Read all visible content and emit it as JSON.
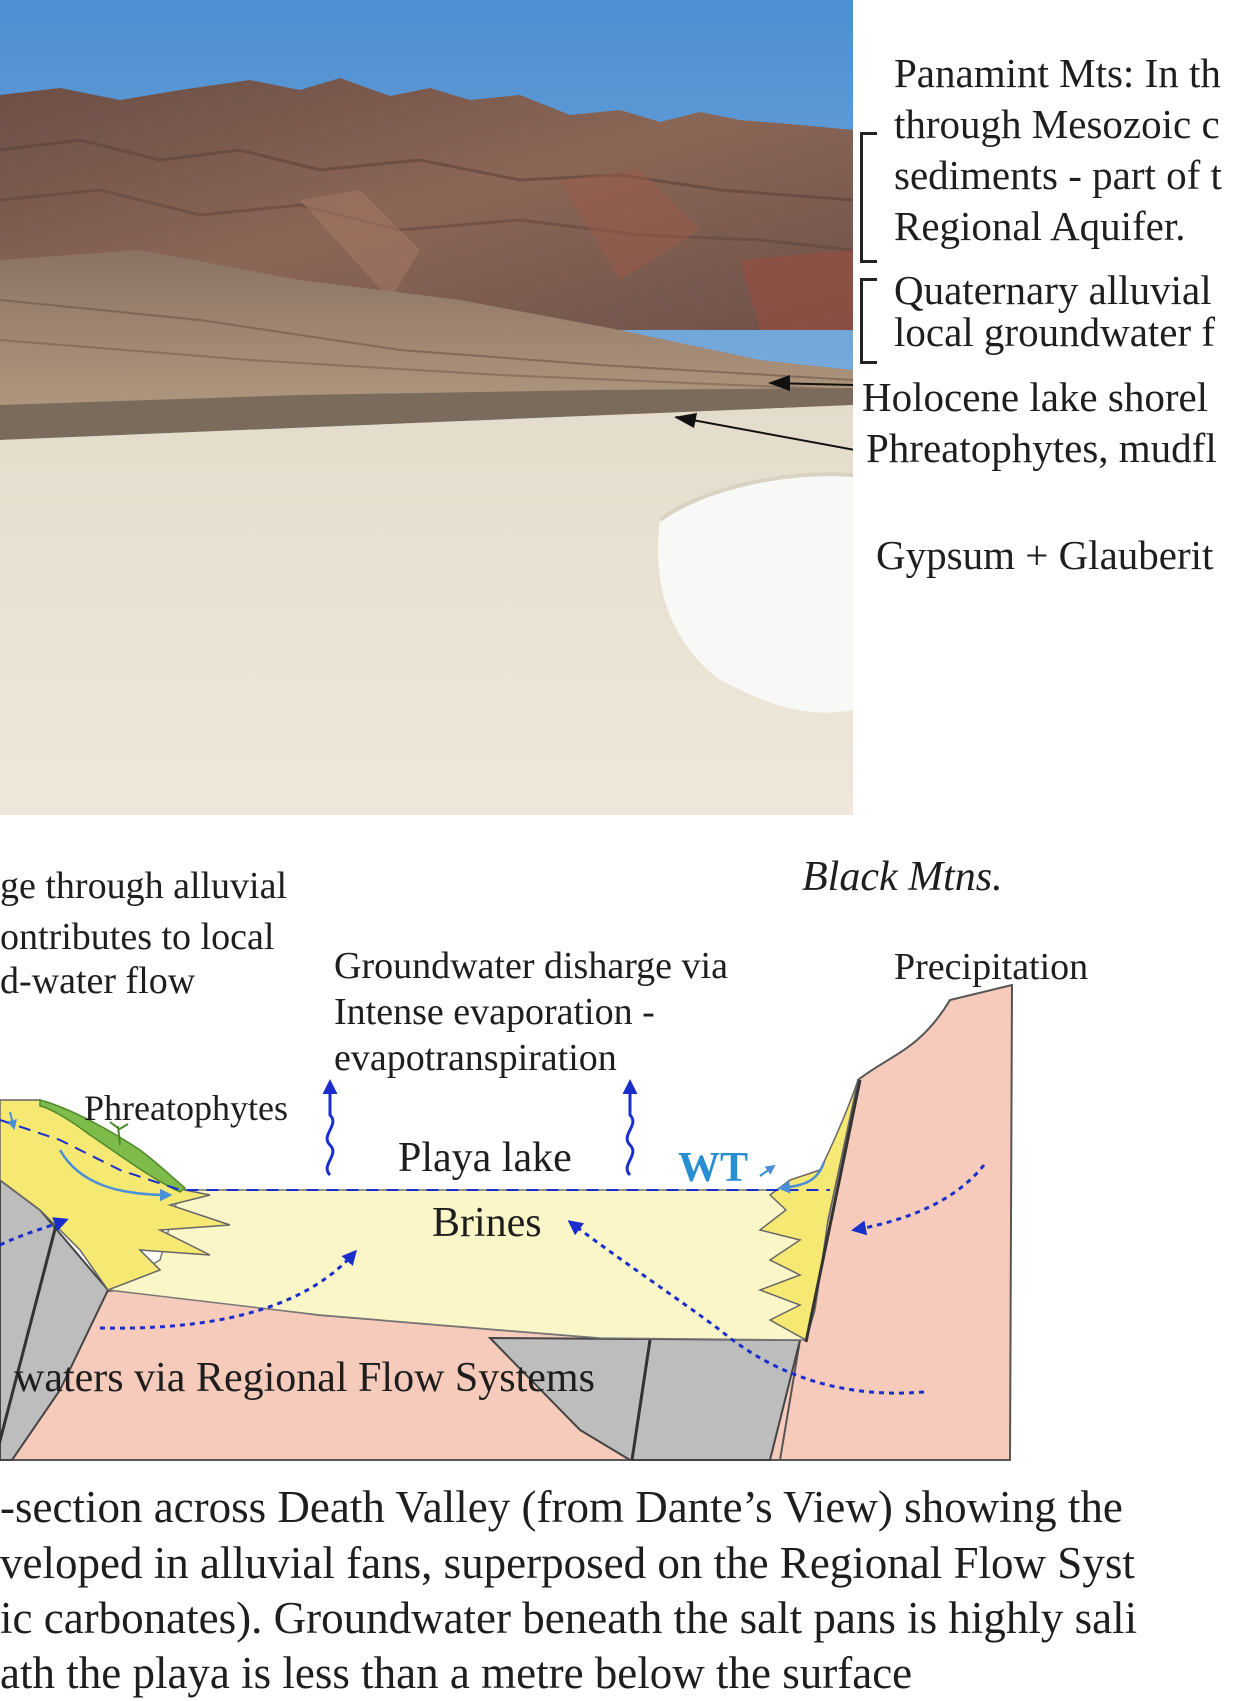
{
  "photo_labels": {
    "panamint": [
      "Panamint Mts: In th",
      "through Mesozoic c",
      "sediments - part of t",
      "Regional Aquifer."
    ],
    "quaternary": [
      "Quaternary alluvial",
      "local groundwater f"
    ],
    "holocene": "Holocene lake shorel",
    "phreatophytes": "Phreatophytes, mudfl",
    "gypsum": "Gypsum + Glauberit"
  },
  "diagram": {
    "recharge_lines": [
      "ge through alluvial",
      "ontributes to local",
      "d-water flow"
    ],
    "black_mtns": "Black Mtns.",
    "discharge_lines": [
      "Groundwater disharge via",
      "Intense evaporation -",
      "evapotranspiration"
    ],
    "precipitation": "Precipitation",
    "phreatophytes": "Phreatophytes",
    "playa_lake": "Playa lake",
    "wt": "WT",
    "brines": "Brines",
    "regional_flow": "waters via Regional Flow Systems"
  },
  "caption_lines": [
    "-section across Death Valley (from Dante’s View) showing the",
    "veloped in alluvial fans, superposed on the Regional Flow Syst",
    "ic carbonates). Groundwater beneath the salt pans is highly sali",
    "ath the playa is less than a metre below the surface"
  ],
  "colors": {
    "sky": "#5f9fd6",
    "mountains": "#7d5a4c",
    "playa": "#ece6d6",
    "rock_pink": "#f6cbbb",
    "rock_grey": "#bdbdbd",
    "alluvium_yellow": "#f5e873",
    "brine_pale": "#fbf6c8",
    "vegetation": "#7dbb4a",
    "flow_arrow": "#1a2ecc",
    "water_table": "#2a8fd0"
  }
}
